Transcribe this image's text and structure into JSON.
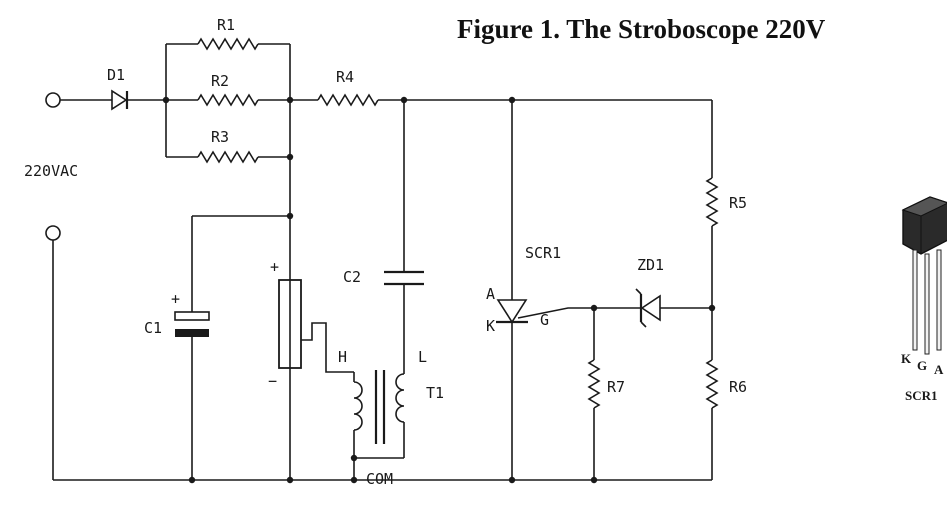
{
  "title": "Figure 1. The Stroboscope 220V",
  "components": {
    "d1": "D1",
    "r1": "R1",
    "r2": "R2",
    "r3": "R3",
    "r4": "R4",
    "r5": "R5",
    "r6": "R6",
    "r7": "R7",
    "c1": "C1",
    "c2": "C2",
    "scr1": "SCR1",
    "zd1": "ZD1",
    "t1": "T1"
  },
  "labels": {
    "input": "220VAC",
    "plus_c1": "+",
    "plus_lamp": "+",
    "minus_lamp": "−",
    "scr_anode": "A",
    "scr_cathode": "K",
    "scr_gate": "G",
    "t1_high": "H",
    "t1_low": "L",
    "t1_common": "COM"
  },
  "package": {
    "pin_k": "K",
    "pin_g": "G",
    "pin_a": "A",
    "name": "SCR1"
  },
  "colors": {
    "ink": "#1a1a1a",
    "background": "#ffffff"
  }
}
